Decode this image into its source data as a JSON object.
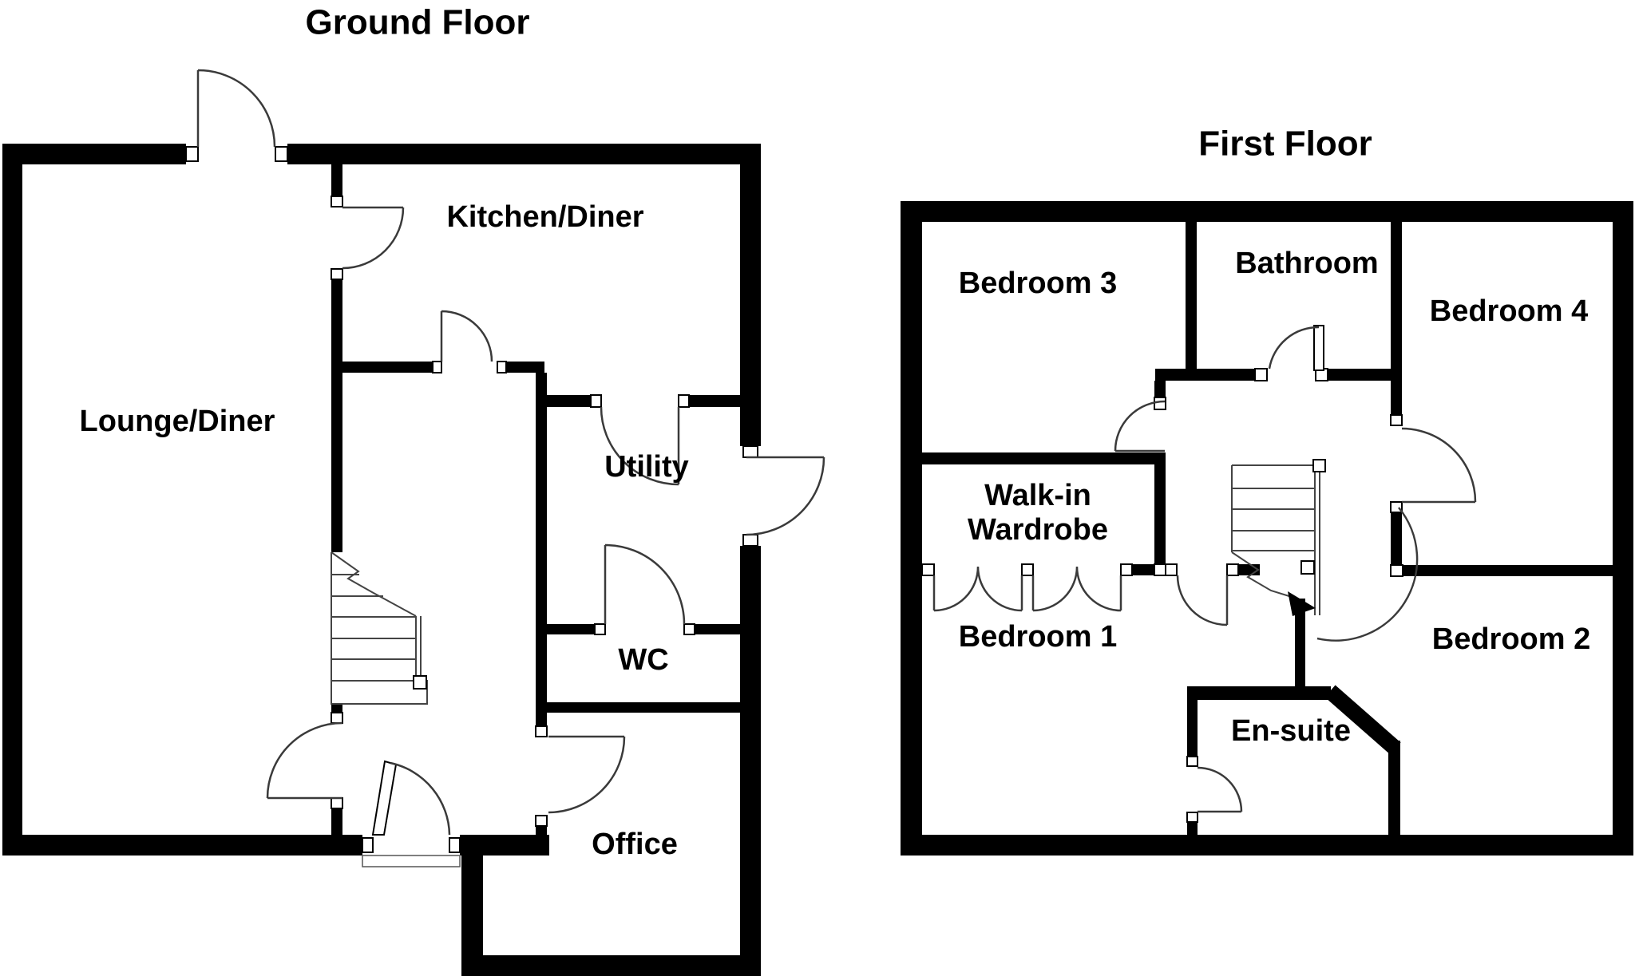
{
  "document": {
    "type": "floorplan-diagram"
  },
  "ground_floor": {
    "title": "Ground Floor",
    "rooms": {
      "lounge_diner": "Lounge/Diner",
      "kitchen_diner": "Kitchen/Diner",
      "utility": "Utility",
      "wc": "WC",
      "office": "Office"
    }
  },
  "first_floor": {
    "title": "First Floor",
    "rooms": {
      "bedroom_3": "Bedroom 3",
      "bathroom": "Bathroom",
      "bedroom_4": "Bedroom 4",
      "walk_in_wardrobe_line_1": "Walk-in",
      "walk_in_wardrobe_line_2": "Wardrobe",
      "bedroom_1": "Bedroom 1",
      "bedroom_2": "Bedroom 2",
      "en_suite": "En-suite"
    }
  },
  "colors": {
    "wall": "#000000",
    "background": "#ffffff",
    "door_line": "#3a3a3a"
  }
}
